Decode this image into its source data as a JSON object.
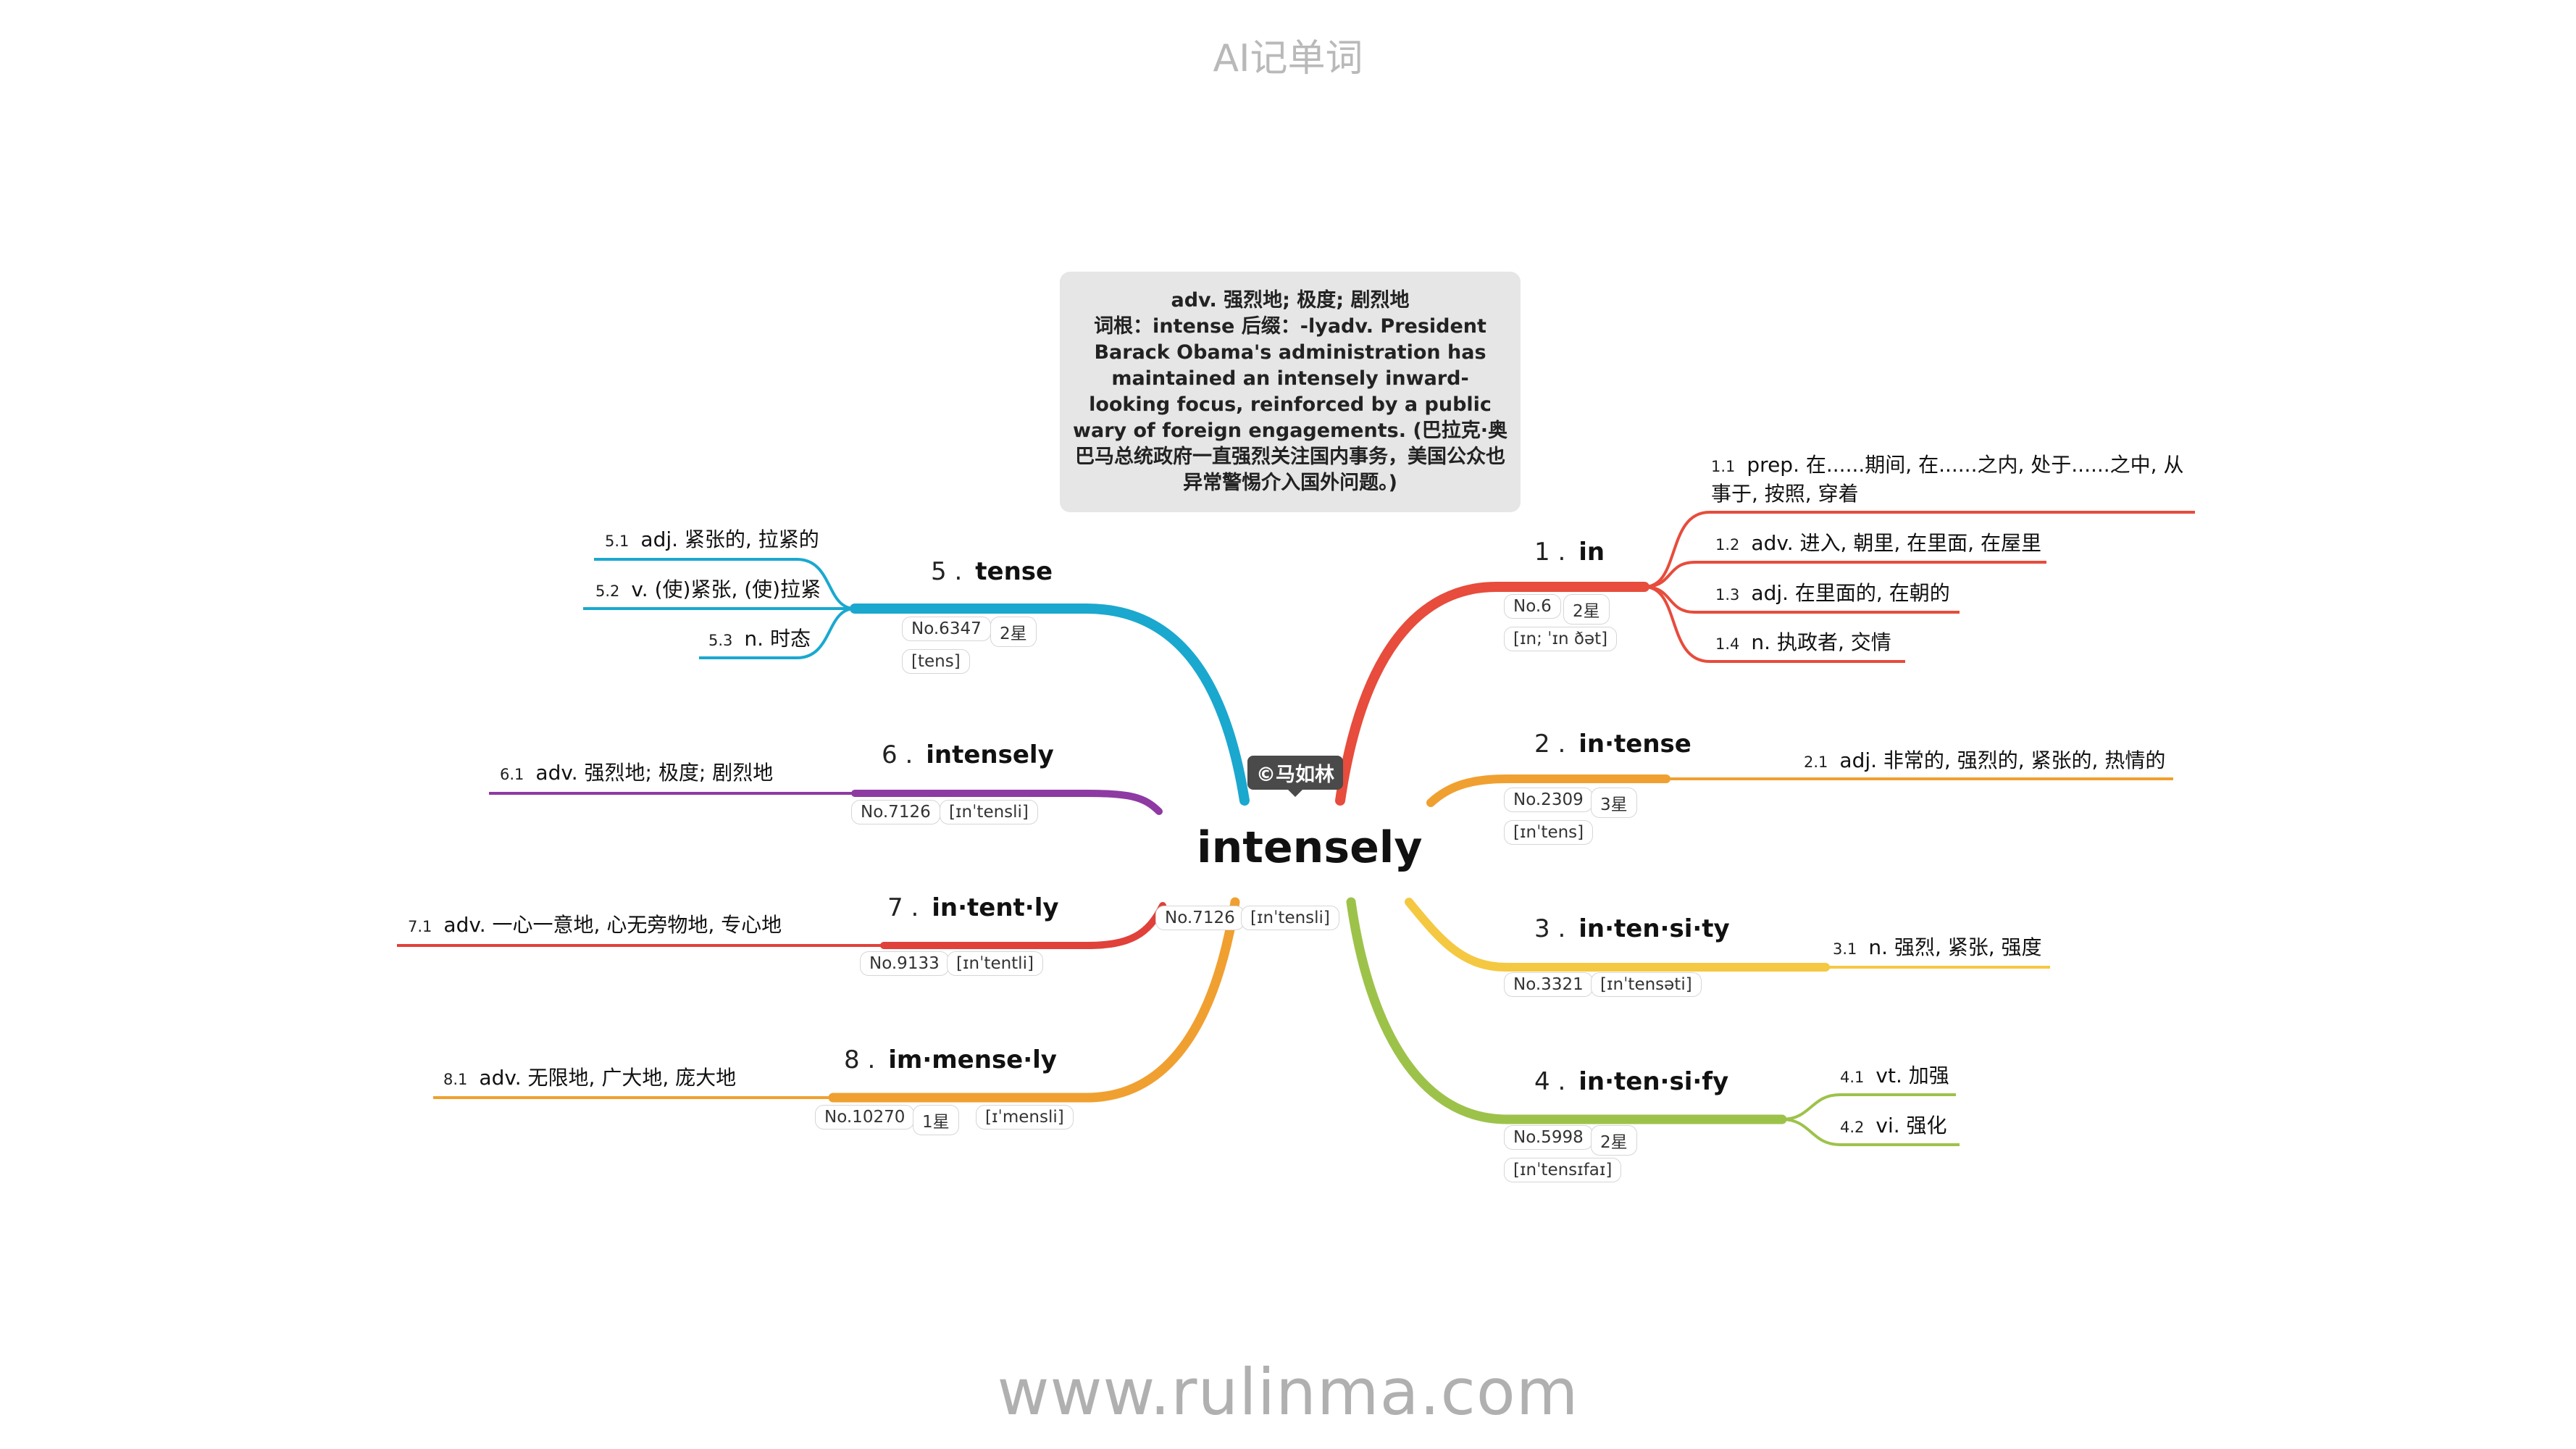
{
  "header": "AI记单词",
  "footer": "www.rulinma.com",
  "central": {
    "word": "intensely",
    "no": "No.7126",
    "ipa": "[ɪnˈtensli]",
    "copyright": "©马如林"
  },
  "note": {
    "line1": "adv. 强烈地; 极度; 剧烈地",
    "line2": "词根：intense 后缀：-lyadv. President Barack Obama's administration has maintained an intensely inward-looking focus, reinforced by a public wary of foreign engagements. (巴拉克·奥巴马总统政府一直强烈关注国内事务，美国公众也异常警惕介入国外问题。)"
  },
  "branches": [
    {
      "num": "1 .",
      "word": "in",
      "color": "#e74c3c",
      "no": "No.6",
      "stars": "2星",
      "ipa": "[ɪn; ˈɪn ðət]",
      "leaves": [
        {
          "id": "1.1",
          "text": "prep. 在......期间, 在......之内, 处于......之中, 从事于, 按照, 穿着"
        },
        {
          "id": "1.2",
          "text": "adv. 进入, 朝里, 在里面, 在屋里"
        },
        {
          "id": "1.3",
          "text": "adj. 在里面的, 在朝的"
        },
        {
          "id": "1.4",
          "text": "n. 执政者, 交情"
        }
      ]
    },
    {
      "num": "2 .",
      "word": "in·tense",
      "color": "#f0a030",
      "no": "No.2309",
      "stars": "3星",
      "ipa": "[ɪnˈtens]",
      "leaves": [
        {
          "id": "2.1",
          "text": "adj. 非常的, 强烈的, 紧张的, 热情的"
        }
      ]
    },
    {
      "num": "3 .",
      "word": "in·ten·si·ty",
      "color": "#f5c842",
      "no": "No.3321",
      "ipa": "[ɪnˈtensəti]",
      "leaves": [
        {
          "id": "3.1",
          "text": "n. 强烈, 紧张, 强度"
        }
      ]
    },
    {
      "num": "4 .",
      "word": "in·ten·si·fy",
      "color": "#9dc24a",
      "no": "No.5998",
      "stars": "2星",
      "ipa": "[ɪnˈtensɪfaɪ]",
      "leaves": [
        {
          "id": "4.1",
          "text": "vt. 加强"
        },
        {
          "id": "4.2",
          "text": "vi. 强化"
        }
      ]
    },
    {
      "num": "5 .",
      "word": "tense",
      "color": "#1aa8cf",
      "no": "No.6347",
      "stars": "2星",
      "ipa": "[tens]",
      "leaves": [
        {
          "id": "5.1",
          "text": "adj. 紧张的, 拉紧的"
        },
        {
          "id": "5.2",
          "text": "v. (使)紧张, (使)拉紧"
        },
        {
          "id": "5.3",
          "text": "n. 时态"
        }
      ]
    },
    {
      "num": "6 .",
      "word": "intensely",
      "color": "#8e3aa3",
      "no": "No.7126",
      "ipa": "[ɪnˈtensli]",
      "leaves": [
        {
          "id": "6.1",
          "text": "adv. 强烈地; 极度; 剧烈地"
        }
      ]
    },
    {
      "num": "7 .",
      "word": "in·tent·ly",
      "color": "#e0413a",
      "no": "No.9133",
      "ipa": "[ɪnˈtentli]",
      "leaves": [
        {
          "id": "7.1",
          "text": "adv. 一心一意地, 心无旁物地, 专心地"
        }
      ]
    },
    {
      "num": "8 .",
      "word": "im·mense·ly",
      "color": "#f0a030",
      "no": "No.10270",
      "stars": "1星",
      "ipa": "[ɪˈmensli]",
      "leaves": [
        {
          "id": "8.1",
          "text": "adv. 无限地, 广大地, 庞大地"
        }
      ]
    }
  ]
}
